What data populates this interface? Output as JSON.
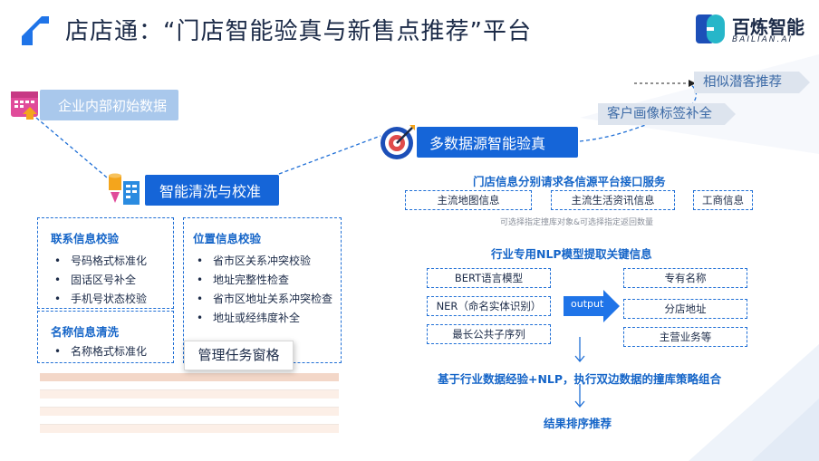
{
  "header": {
    "title": "店店通：“门店智能验真与新售点推荐”平台",
    "brand_name": "百炼智能",
    "brand_sub": "BAILIAN.AI"
  },
  "colors": {
    "primary": "#1565c8",
    "dark": "#1c2b48",
    "tag_bg": "#dde4ee",
    "pill_light": "#a9c8ec"
  },
  "nodes": {
    "initial_data": "企业内部初始数据",
    "cleaning": "智能清洗与校准",
    "verify": "多数据源智能验真",
    "profile_tag": "客户画像标签补全",
    "similar": "相似潜客推荐"
  },
  "contact_check": {
    "title": "联系信息校验",
    "items": [
      "号码格式标准化",
      "固话区号补全",
      "手机号状态校验"
    ]
  },
  "name_clean": {
    "title": "名称信息清洗",
    "items": [
      "名称格式标准化"
    ]
  },
  "location_check": {
    "title": "位置信息校验",
    "items": [
      "省市区关系冲突校验",
      "地址完整性检查",
      "省市区地址关系冲突检查",
      "地址或经纬度补全"
    ]
  },
  "tooltip": "管理任务窗格",
  "sources": {
    "caption": "门店信息分别请求各信源平台接口服务",
    "items": [
      "主流地图信息",
      "主流生活资讯信息",
      "工商信息"
    ],
    "note": "可选择指定撞库对象&可选择指定返回数量"
  },
  "nlp": {
    "caption": "行业专用NLP模型提取关键信息",
    "inputs": [
      "BERT语言模型",
      "NER（命名实体识别）",
      "最长公共子序列"
    ],
    "arrow_label": "output",
    "outputs": [
      "专有名称",
      "分店地址",
      "主营业务等"
    ]
  },
  "strategy": "基于行业数据经验+NLP，执行双边数据的撞库策略组合",
  "result": "结果排序推荐",
  "icons": [
    "logo-mark-icon",
    "brand-logo-icon",
    "calendar-upload-icon",
    "database-clean-icon",
    "target-icon"
  ]
}
